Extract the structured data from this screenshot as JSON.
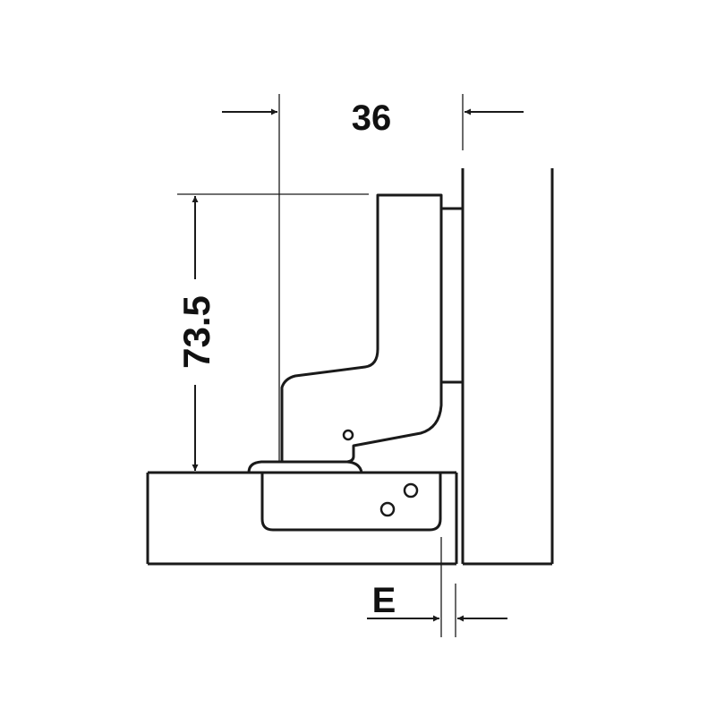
{
  "diagram": {
    "dimensions": {
      "width_label": "36",
      "height_label": "73.5",
      "overlay_label": "E"
    },
    "colors": {
      "stroke": "#1a1a1a",
      "background": "#ffffff"
    }
  }
}
